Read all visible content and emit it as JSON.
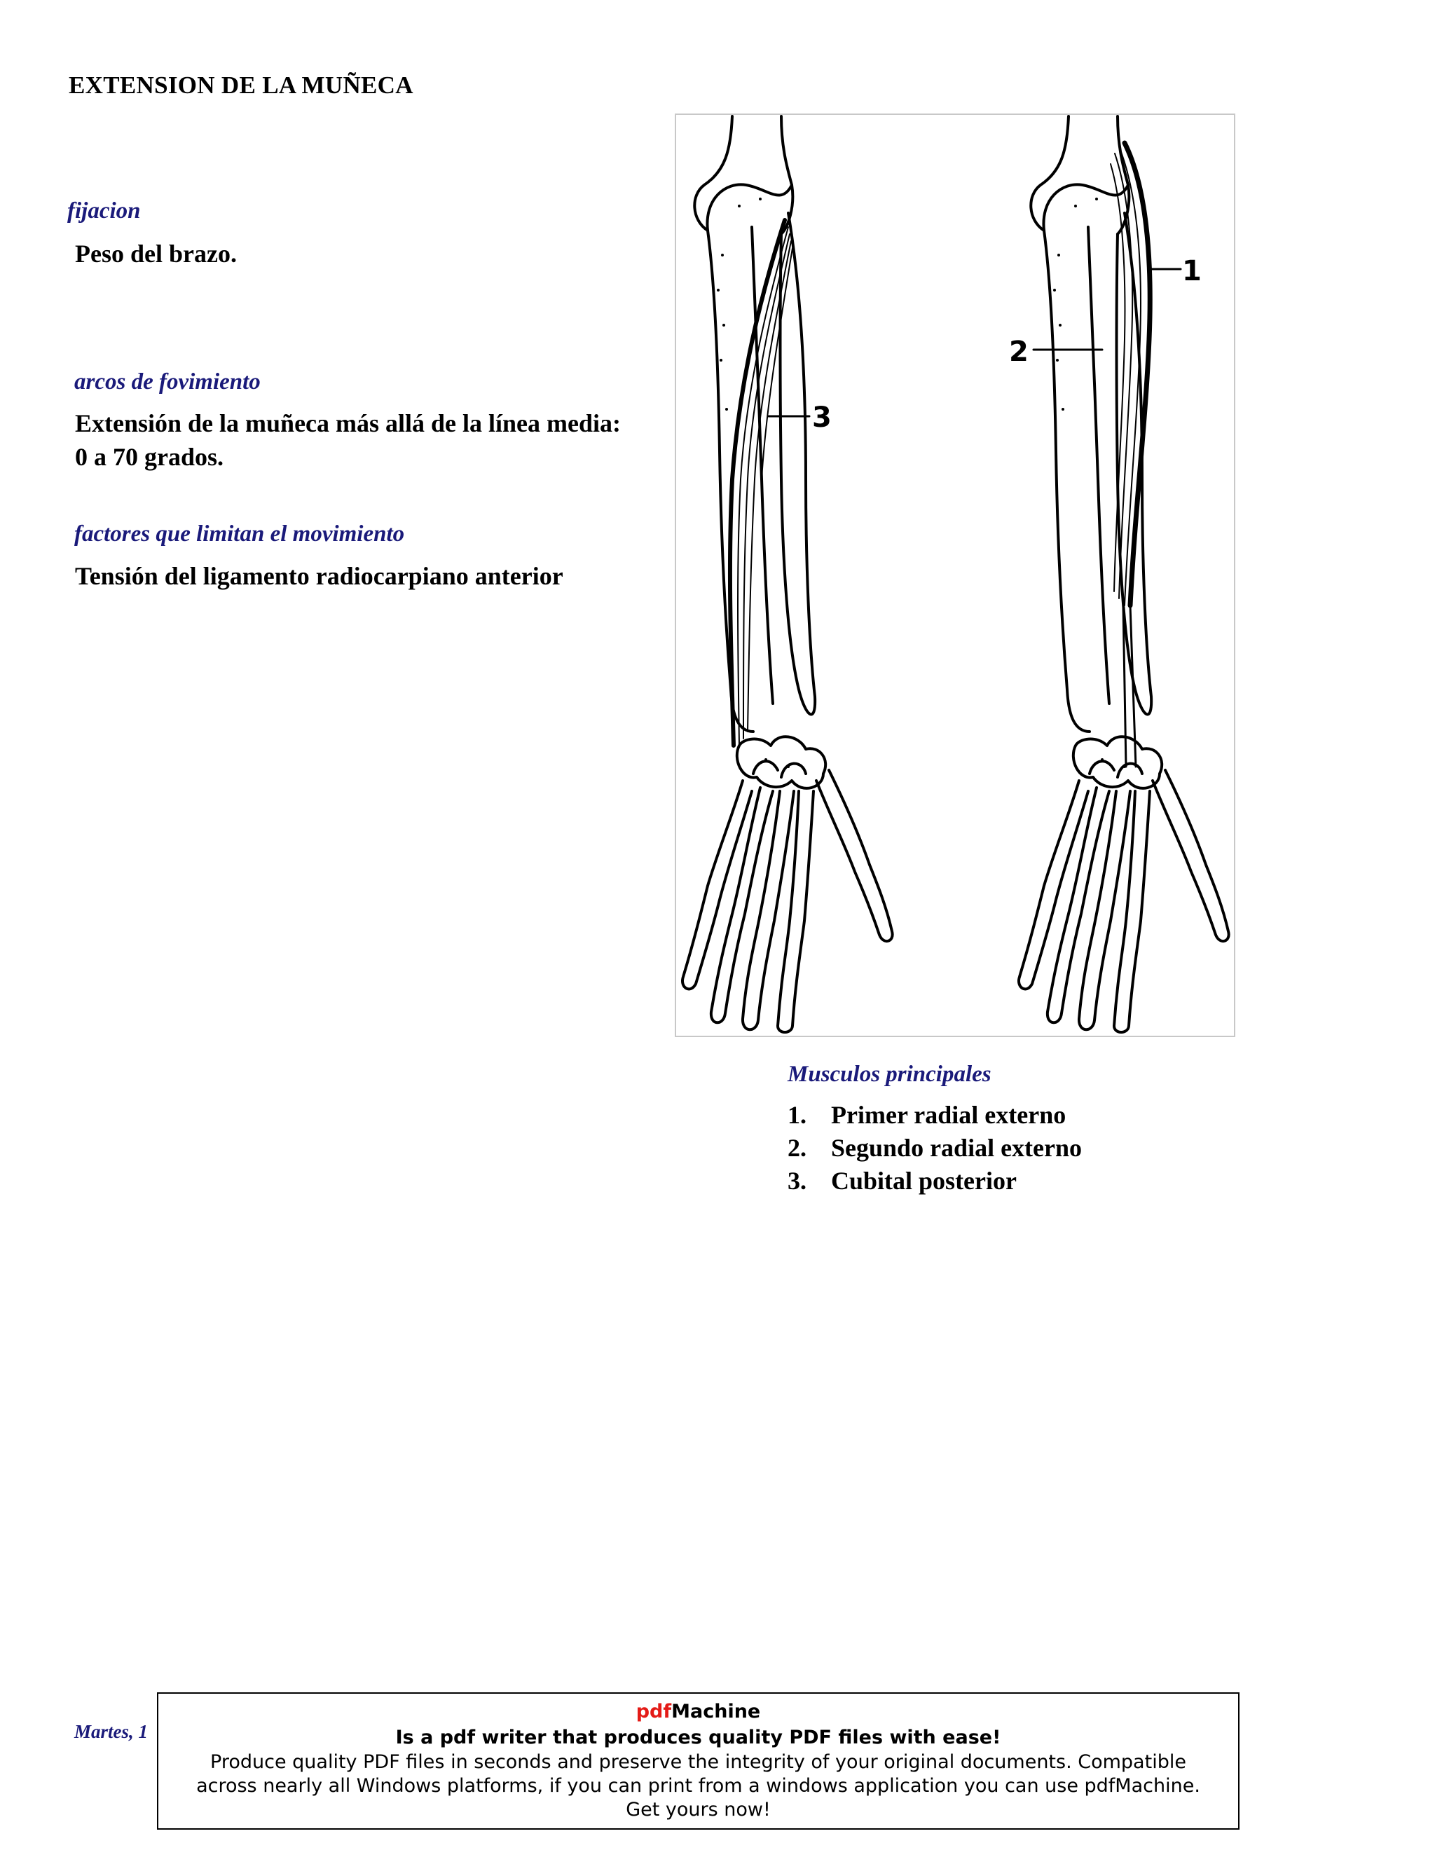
{
  "title": "EXTENSION DE LA MUÑECA",
  "sections": {
    "fijacion": {
      "label": "fijacion",
      "text": "Peso del brazo."
    },
    "arcos": {
      "label": "arcos de fovimiento",
      "text": "Extensión de la muñeca más allá de la línea media: 0 a 70 grados."
    },
    "factores": {
      "label": "factores que limitan el movimiento",
      "text": "Tensión del ligamento radiocarpiano anterior"
    }
  },
  "figure": {
    "labels": [
      "1",
      "2",
      "3"
    ]
  },
  "musculos": {
    "label": "Musculos principales",
    "items": [
      {
        "num": "1.",
        "name": "Primer radial externo"
      },
      {
        "num": "2.",
        "name": "Segundo radial externo"
      },
      {
        "num": "3.",
        "name": "Cubital posterior"
      }
    ]
  },
  "footer": {
    "date_fragment": "Martes, 1"
  },
  "ad": {
    "brand_pdf": "pdf",
    "brand_machine": "Machine",
    "headline": "Is a pdf writer that produces quality PDF files with ease!",
    "description": "Produce quality PDF files in seconds and preserve the integrity of your original documents. Compatible across nearly all Windows platforms, if you can print from a windows application you can use pdfMachine.",
    "cta": "Get yours now!",
    "colors": {
      "brand_accent": "#e41b17"
    }
  }
}
